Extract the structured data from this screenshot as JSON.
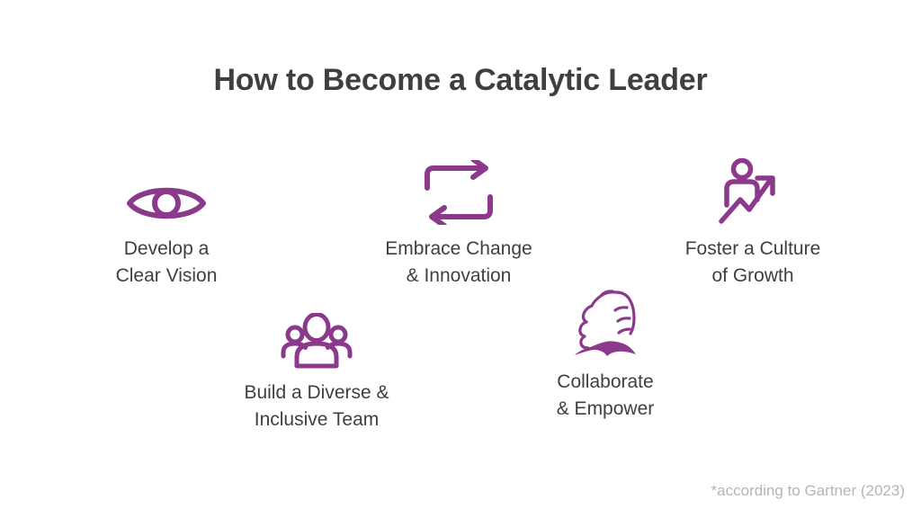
{
  "slide": {
    "title": "How to Become a Catalytic Leader",
    "background_color": "#ffffff",
    "accent_color": "#8b3a8b",
    "text_color": "#3f3f3f",
    "footnote_color": "#b5b5b5",
    "footnote": "*according to Gartner (2023)"
  },
  "items": [
    {
      "id": "vision",
      "icon": "eye-icon",
      "label": "Develop a\nClear Vision",
      "row": 1,
      "column": 1
    },
    {
      "id": "change",
      "icon": "cycle-arrows-icon",
      "label": "Embrace Change\n& Innovation",
      "row": 1,
      "column": 2
    },
    {
      "id": "growth",
      "icon": "person-growth-arrow-icon",
      "label": "Foster a Culture\nof Growth",
      "row": 1,
      "column": 3
    },
    {
      "id": "team",
      "icon": "people-group-icon",
      "label": "Build a Diverse &\nInclusive Team",
      "row": 2,
      "column": 1
    },
    {
      "id": "collaborate",
      "icon": "clasped-hands-icon",
      "label": "Collaborate\n& Empower",
      "row": 2,
      "column": 2
    }
  ]
}
